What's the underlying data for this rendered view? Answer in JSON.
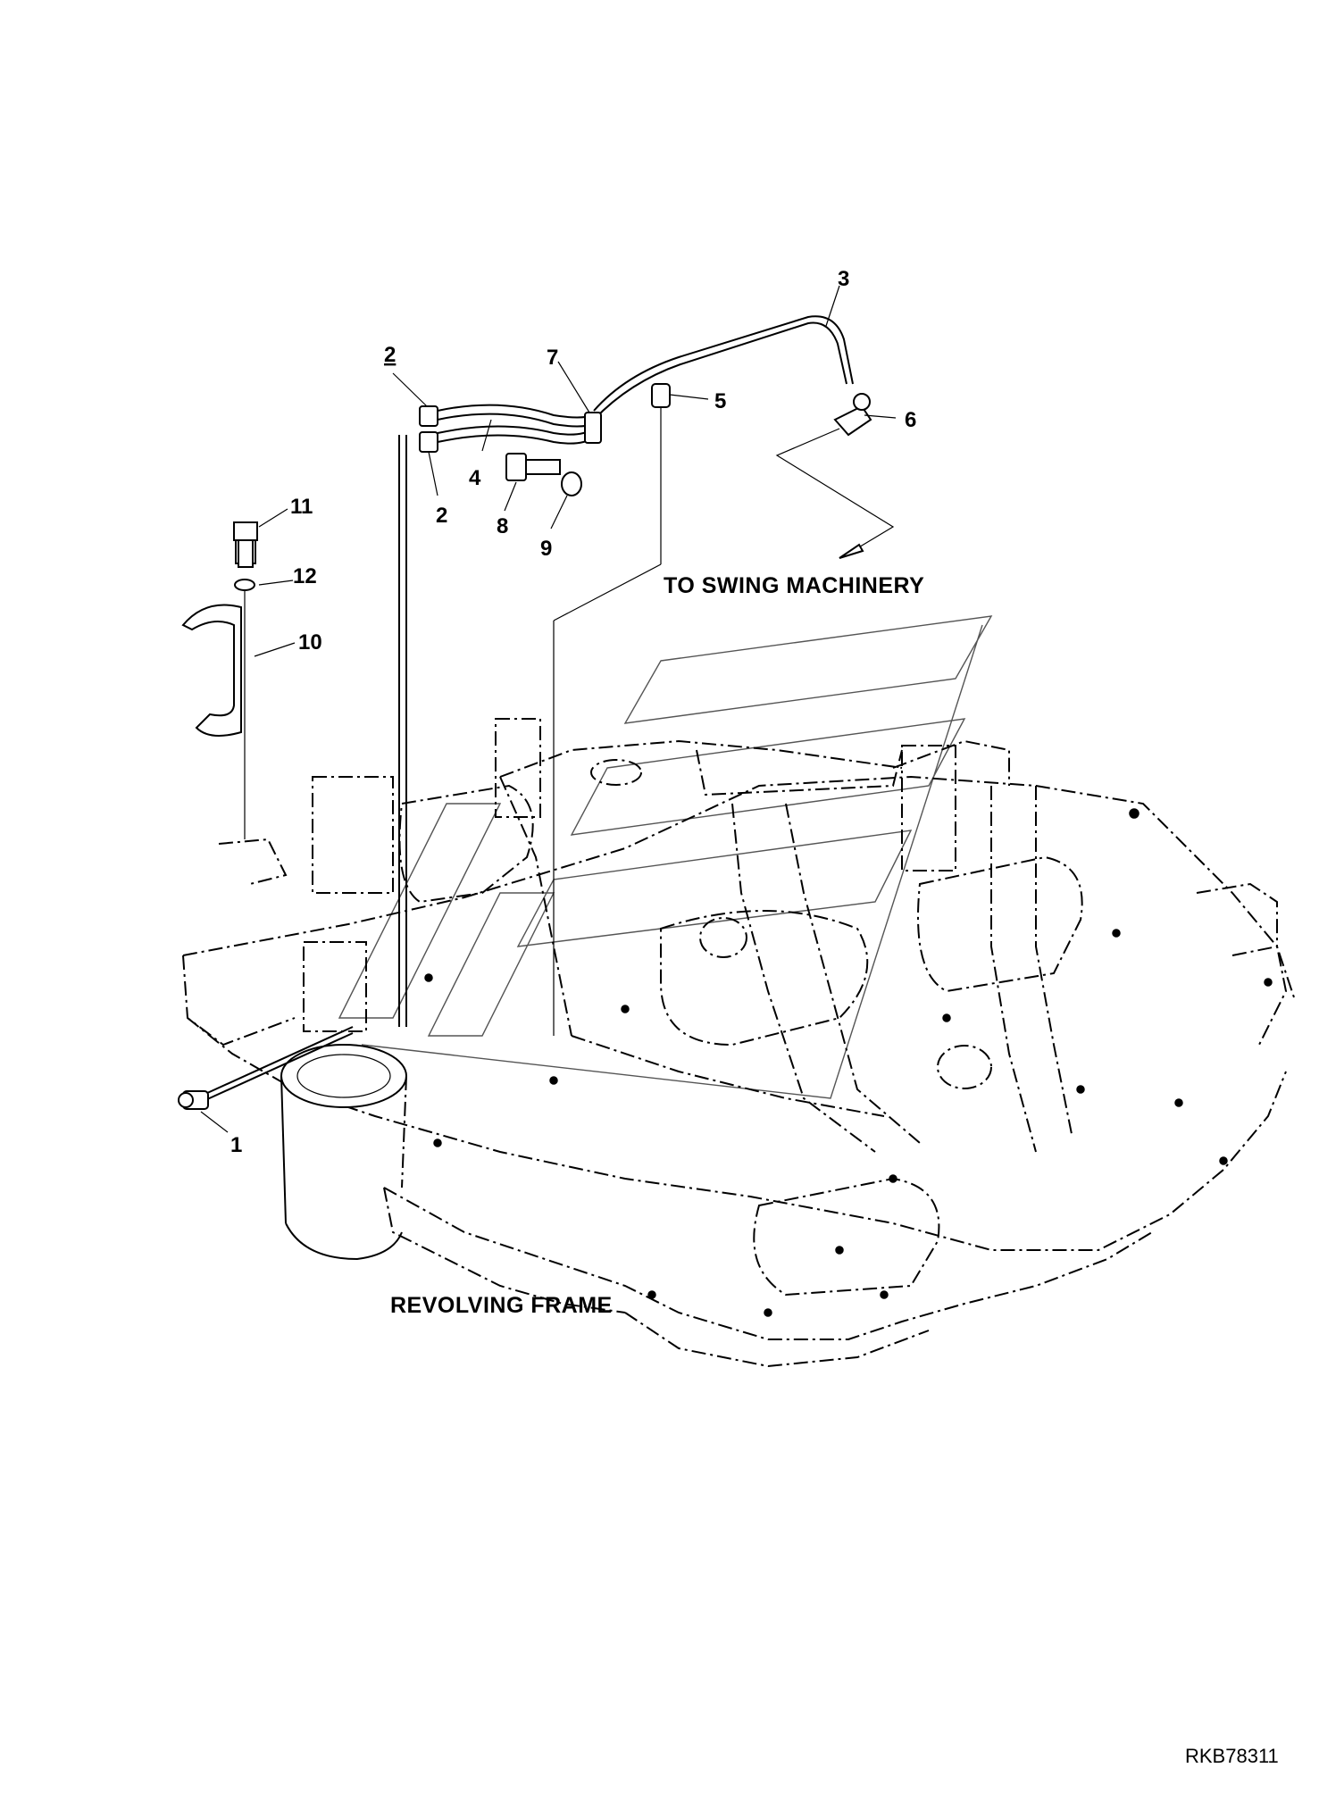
{
  "callouts": {
    "c1": "1",
    "c2a": "2",
    "c2b": "2",
    "c3": "3",
    "c4": "4",
    "c5": "5",
    "c6": "6",
    "c7": "7",
    "c8": "8",
    "c9": "9",
    "c10": "10",
    "c11": "11",
    "c12": "12"
  },
  "captions": {
    "to_swing_machinery": "TO SWING MACHINERY",
    "revolving_frame": "REVOLVING FRAME"
  },
  "drawing_id": "RKB78311"
}
